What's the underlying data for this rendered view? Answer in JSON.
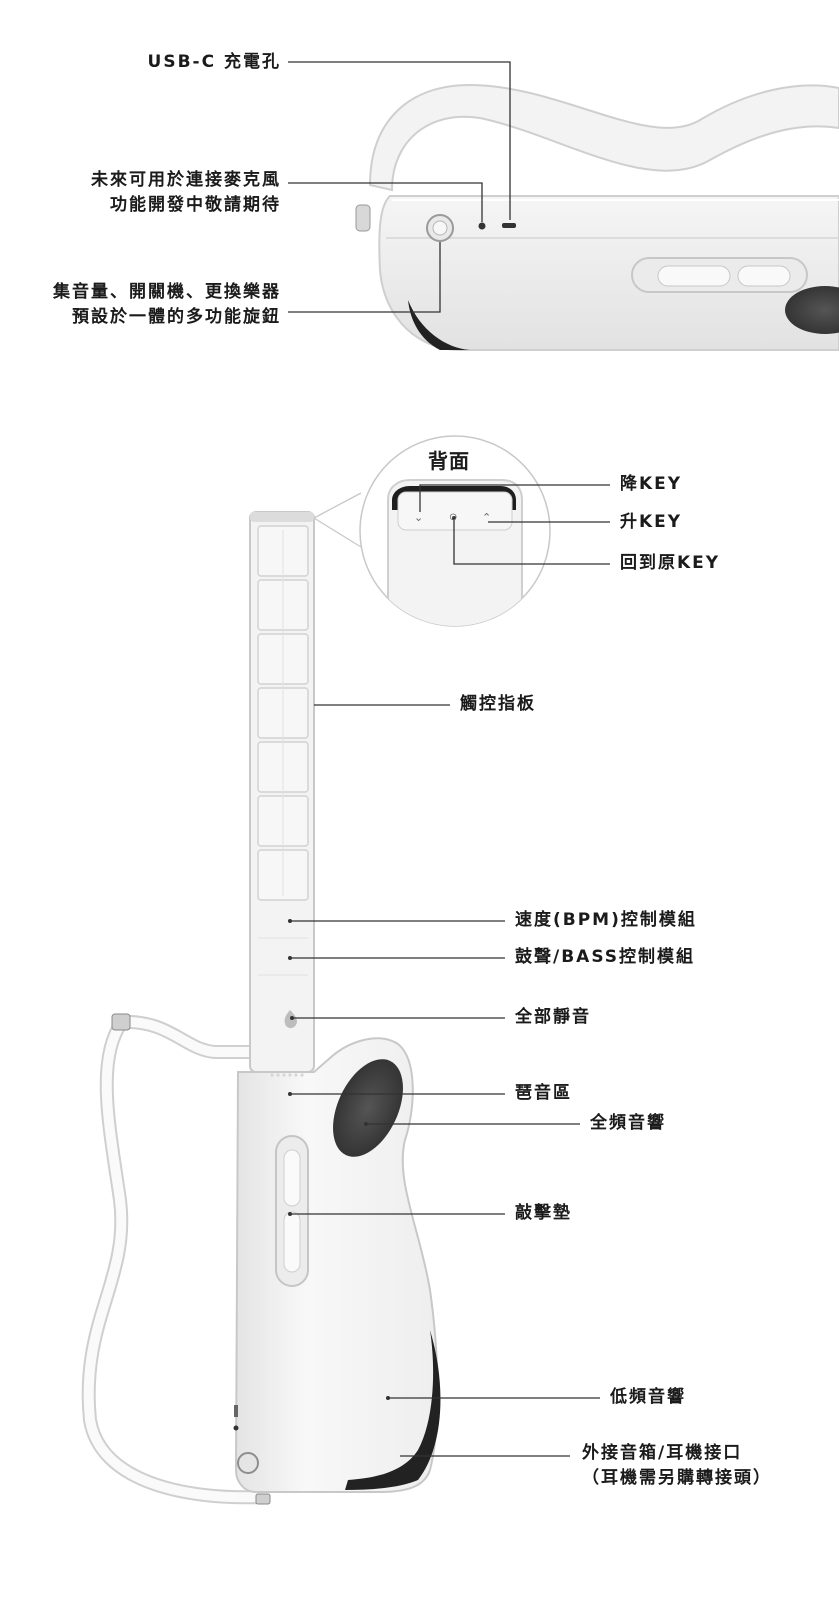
{
  "top_labels": {
    "usb": "USB-C 充電孔",
    "mic_line1": "未來可用於連接麥克風",
    "mic_line2": "功能開發中敬請期待",
    "knob_line1": "集音量、開關機、更換樂器",
    "knob_line2": "預設於一體的多功能旋鈕"
  },
  "back": {
    "title": "背面",
    "key_down": "降KEY",
    "key_up": "升KEY",
    "key_reset": "回到原KEY"
  },
  "guitar_labels": {
    "fretboard": "觸控指板",
    "bpm": "速度(BPM)控制模組",
    "drum_bass": "鼓聲/BASS控制模組",
    "mute": "全部靜音",
    "strum_area": "琶音區",
    "full_range_speaker": "全頻音響",
    "strike_pad": "敲擊墊",
    "woofer": "低頻音響",
    "jack_line1": "外接音箱/耳機接口",
    "jack_line2": "（耳機需另購轉接頭）"
  },
  "colors": {
    "body": "#f2f2f2",
    "outline": "#c8c8c8",
    "leader": "#333333",
    "speaker": "#3b3b3b",
    "text": "#1b1b1b"
  },
  "icons": [
    "chevron-down-icon",
    "circle-dot-icon",
    "chevron-up-icon"
  ]
}
